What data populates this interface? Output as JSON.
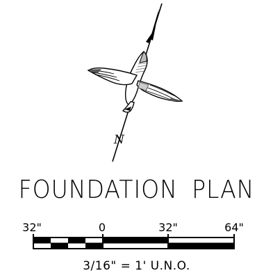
{
  "north_arrow": {
    "direction_label": "N",
    "icon": "north-arrow-bird-icon"
  },
  "title": {
    "word1": "FOUNDATION",
    "word2": "PLAN"
  },
  "scale_bar": {
    "tick_labels": [
      "32\"",
      "0",
      "32\"",
      "64\""
    ],
    "note": "3/16\" = 1' U.N.O."
  }
}
